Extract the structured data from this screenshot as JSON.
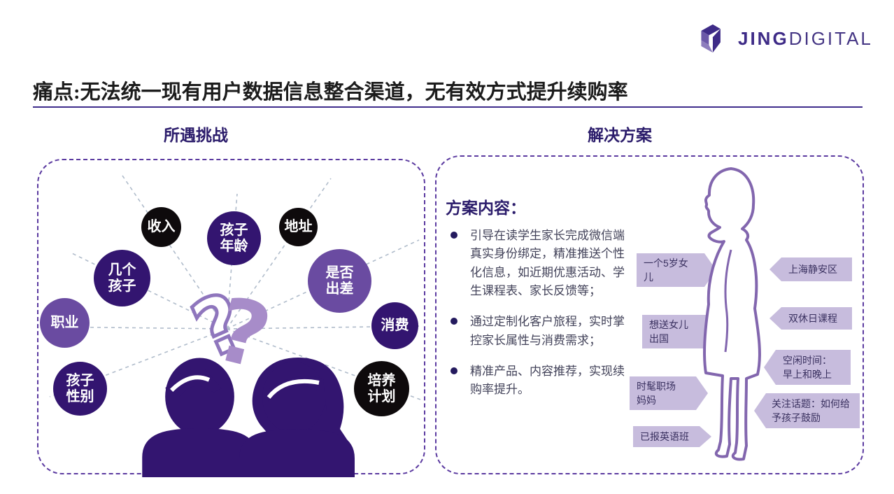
{
  "logo": {
    "bold": "JING",
    "light": "DIGITAL"
  },
  "title": "痛点:无法统一现有用户数据信息整合渠道，无有效方式提升续购率",
  "left_panel": {
    "header": "所遇挑战",
    "question_mark": "?",
    "circles": [
      {
        "label": "收入",
        "style": "black"
      },
      {
        "label": "孩子年龄",
        "style": "dark"
      },
      {
        "label": "地址",
        "style": "black"
      },
      {
        "label": "几个孩子",
        "style": "dark"
      },
      {
        "label": "是否出差",
        "style": "mid"
      },
      {
        "label": "职业",
        "style": "mid"
      },
      {
        "label": "消费",
        "style": "dark"
      },
      {
        "label": "孩子性别",
        "style": "dark"
      },
      {
        "label": "培养计划",
        "style": "black"
      }
    ]
  },
  "right_panel": {
    "header": "解决方案",
    "content_title": "方案内容：",
    "bullets": [
      "引导在读学生家长完成微信端真实身份绑定，精准推送个性化信息，如近期优惠活动、学生课程表、家长反馈等；",
      "通过定制化客户旅程，实时掌控家长属性与消费需求；",
      "精准产品、内容推荐，实现续购率提升。"
    ],
    "callouts_left": [
      "一个5岁女儿",
      "想送女儿出国",
      "时髦职场妈妈",
      "已报英语班"
    ],
    "callouts_right": [
      "上海静安区",
      "双休日课程",
      "空闲时间：早上和晚上",
      "关注话题：如何给予孩子鼓励"
    ]
  },
  "colors": {
    "accent_dark_purple": "#331570",
    "accent_mid_purple": "#6a4ba1",
    "accent_black": "#0e0a0c",
    "panel_border": "#5b3aa0",
    "header_indigo": "#2b1c6b",
    "question_mark": "#a78cc9",
    "connector": "#b0bccb",
    "callout_bg": "#c7bcdd",
    "logo_purple": "#3e2b87",
    "woman_outline": "#8266ae"
  }
}
